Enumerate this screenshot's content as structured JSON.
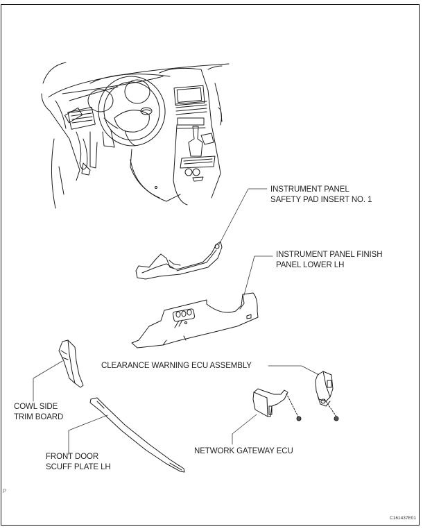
{
  "figure": {
    "labels": [
      {
        "id": "safety-pad-insert",
        "lines": [
          "INSTRUMENT PANEL",
          "SAFETY PAD INSERT NO. 1"
        ]
      },
      {
        "id": "finish-panel-lower",
        "lines": [
          "INSTRUMENT PANEL FINISH",
          "PANEL LOWER LH"
        ]
      },
      {
        "id": "clearance-warning-ecu",
        "lines": [
          "CLEARANCE WARNING ECU ASSEMBLY"
        ]
      },
      {
        "id": "cowl-side-trim",
        "lines": [
          "COWL SIDE",
          "TRIM BOARD"
        ]
      },
      {
        "id": "front-door-scuff",
        "lines": [
          "FRONT DOOR",
          "SCUFF PLATE LH"
        ]
      },
      {
        "id": "network-gateway-ecu",
        "lines": [
          "NETWORK GATEWAY ECU"
        ]
      }
    ],
    "side_marker": "P",
    "figure_code": "C161437E01"
  },
  "colors": {
    "line": "#1a1a1a",
    "leader": "#333333",
    "background": "#ffffff"
  }
}
